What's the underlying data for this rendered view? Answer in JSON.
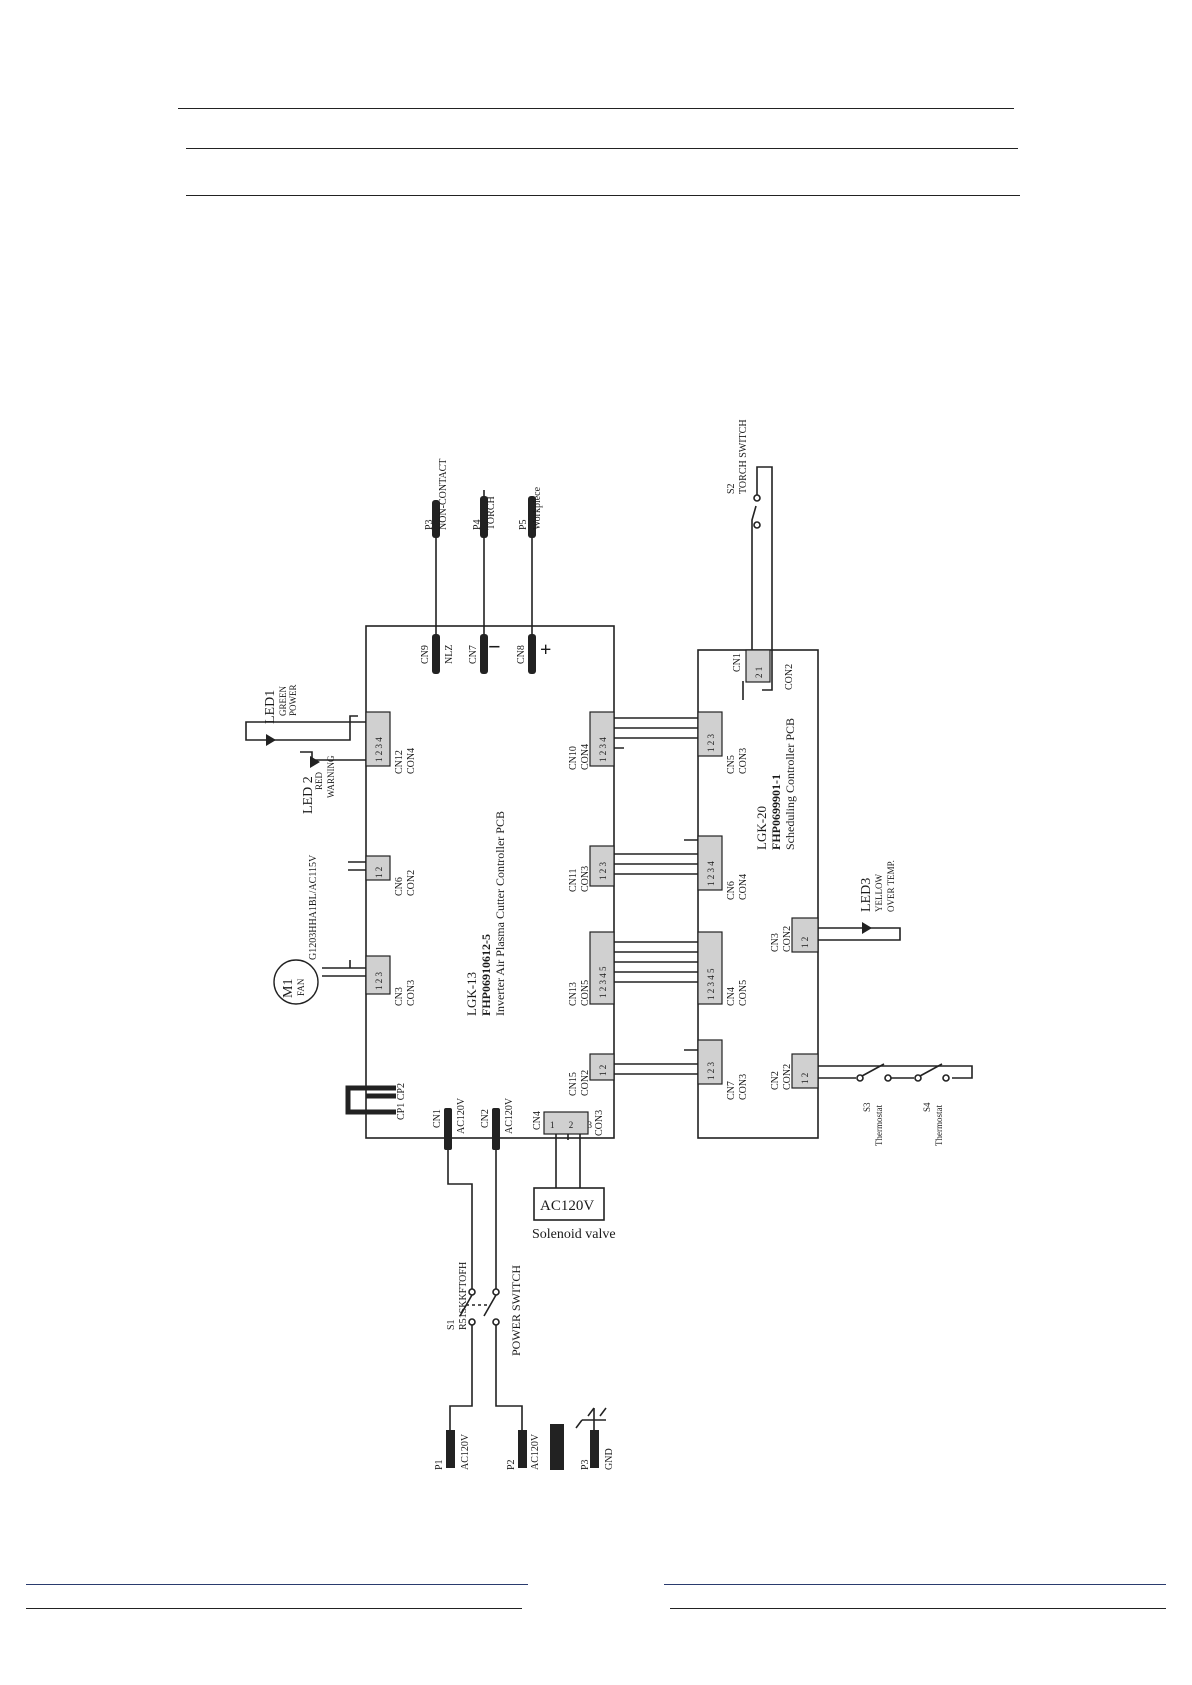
{
  "main_pcb": {
    "model": "LGK-13",
    "part_no": "FHP06910612-5",
    "desc": "Inverter Air Plasma Cutter Controller PCB"
  },
  "sched_pcb": {
    "model": "LGK-20",
    "part_no": "FHP0699901-1",
    "desc": "Scheduling Controller PCB"
  },
  "outputs": [
    {
      "id": "P3",
      "name": "NON-CONTACT",
      "cn": "CN9",
      "sub": "NLZ",
      "sym": ""
    },
    {
      "id": "P4",
      "name": "TORCH",
      "cn": "CN7",
      "sub": "",
      "sym": "−"
    },
    {
      "id": "P5",
      "name": "Workpiece",
      "cn": "CN8",
      "sub": "",
      "sym": "+"
    }
  ],
  "torch_switch": {
    "id": "S2",
    "name": "TORCH SWITCH"
  },
  "sched_cn1": {
    "cn": "CN1",
    "con": "CON2",
    "pins": "2 1"
  },
  "led1": {
    "id": "LED1",
    "color": "GREEN",
    "label": "POWER"
  },
  "led2": {
    "id": "LED 2",
    "color": "RED",
    "label": "WARNING"
  },
  "led3": {
    "id": "LED3",
    "color": "YELLOW",
    "label": "OVER TEMP."
  },
  "fan": {
    "id": "M1",
    "label": "FAN",
    "spec": "G1203HHA1BL/AC115V"
  },
  "left_conns": [
    {
      "cn": "CN12",
      "con": "CON4",
      "pins": "1 2 3 4"
    },
    {
      "cn": "CN6",
      "con": "CON2",
      "pins": "1 2"
    },
    {
      "cn": "CN3",
      "con": "CON3",
      "pins": "1 2 3"
    }
  ],
  "main_right_conns": [
    {
      "cn": "CN10",
      "con": "CON4",
      "pins": "1 2 3 4"
    },
    {
      "cn": "CN11",
      "con": "CON3",
      "pins": "1 2 3"
    },
    {
      "cn": "CN13",
      "con": "CON5",
      "pins": "1 2 3 4 5"
    },
    {
      "cn": "CN15",
      "con": "CON2",
      "pins": "1 2"
    }
  ],
  "sched_left_conns": [
    {
      "cn": "CN5",
      "con": "CON3",
      "pins": "1 2 3"
    },
    {
      "cn": "CN6",
      "con": "CON4",
      "pins": "1 2 3 4"
    },
    {
      "cn": "CN4",
      "con": "CON5",
      "pins": "1 2 3 4 5"
    },
    {
      "cn": "CN7",
      "con": "CON3",
      "pins": "1 2 3"
    }
  ],
  "sched_right_conns": [
    {
      "cn": "CN3",
      "con": "CON2",
      "pins": "1 2"
    },
    {
      "cn": "CN2",
      "con": "CON2",
      "pins": "1 2"
    }
  ],
  "bottom": {
    "cp": "CP1 CP2",
    "cn1": {
      "cn": "CN1",
      "v": "AC120V"
    },
    "cn2": {
      "cn": "CN2",
      "v": "AC120V"
    },
    "cn4": {
      "cn": "CN4",
      "con": "CON3",
      "pins": "1 2 3"
    }
  },
  "solenoid": {
    "voltage": "AC120V",
    "label": "Solenoid valve"
  },
  "power_switch": {
    "id": "S1",
    "model": "R51SKKFTOFH",
    "label": "POWER SWITCH"
  },
  "thermostats": [
    {
      "id": "S3",
      "label": "Thermostat"
    },
    {
      "id": "S4",
      "label": "Thermostat"
    }
  ],
  "plugs": [
    {
      "id": "P1",
      "v": "AC120V"
    },
    {
      "id": "P2",
      "v": "AC120V"
    },
    {
      "id": "P3",
      "v": "GND"
    }
  ]
}
